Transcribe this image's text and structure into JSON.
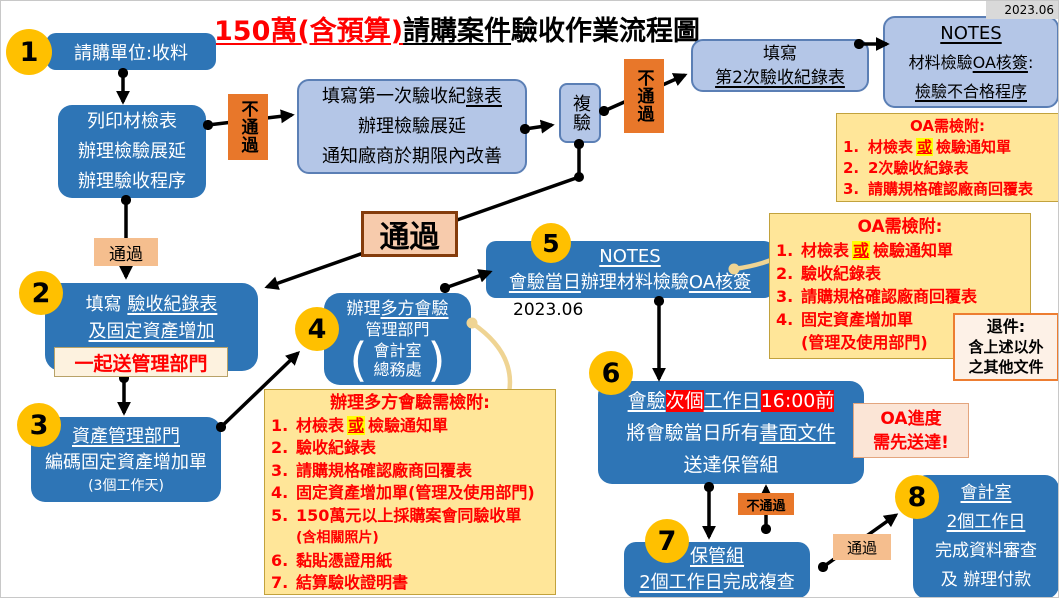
{
  "colors": {
    "dark_blue": "#2E75B6",
    "light_blue": "#B4C6E7",
    "orange_fail": "#E8772A",
    "peach_pass": "#F5BE8E",
    "pass_big_fill": "#F7CBAC",
    "pass_big_border": "#843C0C",
    "note_yellow": "#FFE699",
    "circle_yellow": "#FFC000",
    "alert_red": "#FF0000",
    "highlight_yellow": "#FFFF00",
    "date_chip_gray": "#D9D9D9"
  },
  "header": {
    "date": "2023.06",
    "title_red": "150萬(含預算)",
    "title_black_u": "請購案件",
    "title_black": "驗收作業流程圖"
  },
  "step1": {
    "num": "1",
    "label": "請購單位:收料"
  },
  "print_box": {
    "l1": "列印材檢表",
    "l2": "辦理檢驗展延",
    "l3": "辦理驗收程序"
  },
  "fail_vertical1": "不通過",
  "first_record": {
    "l1a": "填寫第一次驗收紀",
    "l1b": "錄表",
    "l2": "辦理檢驗展延",
    "l3": "通知廠商於期限內改善"
  },
  "recheck": "複驗",
  "fail_vertical2": "不通過",
  "second_record": {
    "l1": "填寫",
    "l2": "第2次驗收紀錄表"
  },
  "notes_box": {
    "l1": "NOTES",
    "l2a": "材料檢驗",
    "l2b": "OA核簽",
    "l2c": ":",
    "l3": "檢驗不合格程序"
  },
  "oa_note_top": {
    "title": "OA需檢附:",
    "i1n": "1.",
    "i1a": "材檢表",
    "i1hi": "或",
    "i1b": "檢驗通知單",
    "i2n": "2.",
    "i2": "2次驗收紀錄表",
    "i3n": "3.",
    "i3": "請購規格確認廠商回覆表"
  },
  "pass1": "通過",
  "step2": {
    "num": "2",
    "l1a": "填寫 ",
    "l1b": "驗收紀錄表",
    "l2": "及固定資產增加",
    "sub": "一起送管理部門"
  },
  "pass_big": "通過",
  "step3": {
    "num": "3",
    "l1": "資產管理部門",
    "l2": "編碼固定資產增加單",
    "l3": "(3個工作天)"
  },
  "step4": {
    "num": "4",
    "l1a": "辦理",
    "l1b": "多方會驗",
    "l2": "管理部門",
    "p1": "會計室",
    "p2": "總務處",
    "paren_l": "(",
    "paren_r": ")"
  },
  "step5": {
    "num": "5",
    "l1": "NOTES",
    "l2a": "會驗當日",
    "l2b": "辦理材料檢驗",
    "l2c": "OA核簽",
    "date": "2023.06"
  },
  "oa_note_mid": {
    "title": "OA需檢附:",
    "i1n": "1.",
    "i1a": "材檢表",
    "i1hi": "或",
    "i1b": "檢驗通知單",
    "i2n": "2.",
    "i2": "驗收紀錄表",
    "i3n": "3.",
    "i3": "請購規格確認廠商回覆表",
    "i4n": "4.",
    "i4": "固定資產增加單",
    "i4b": "(管理及使用部門)"
  },
  "reject": {
    "l1": "退件:",
    "l2": "含上述以外",
    "l3": "之其他文件"
  },
  "step6": {
    "num": "6",
    "l1a": "會驗",
    "l1b": "次個",
    "l1c": "工作日",
    "l1d": "16:00前",
    "l2a": "將會驗當日所有",
    "l2b": "書面文件",
    "l3": "送達保管組"
  },
  "oa_progress": {
    "l1": "OA進度",
    "l2": "需先送達!"
  },
  "fail_small": "不通過",
  "step7": {
    "num": "7",
    "l1": "保管組",
    "l2a": "2個工作日",
    "l2b": "完成複查"
  },
  "pass2": "通過",
  "step8": {
    "num": "8",
    "l1": "會計室",
    "l2": "2個工作日",
    "l3": "完成資料審查",
    "l4": "及 辦理付款"
  },
  "checklist": {
    "title": "辦理多方會驗需檢附:",
    "i1n": "1.",
    "i1a": "材檢表",
    "i1hi": "或",
    "i1b": "檢驗通知單",
    "i2n": "2.",
    "i2": "驗收紀錄表",
    "i3n": "3.",
    "i3": "請購規格確認廠商回覆表",
    "i4n": "4.",
    "i4": "固定資產增加單(管理及使用部門)",
    "i5n": "5.",
    "i5": "150萬元以上採購案會同驗收單",
    "i5b": "(含相關照片)",
    "i6n": "6.",
    "i6": "黏貼憑證用紙",
    "i7n": "7.",
    "i7": "結算驗收證明書"
  }
}
